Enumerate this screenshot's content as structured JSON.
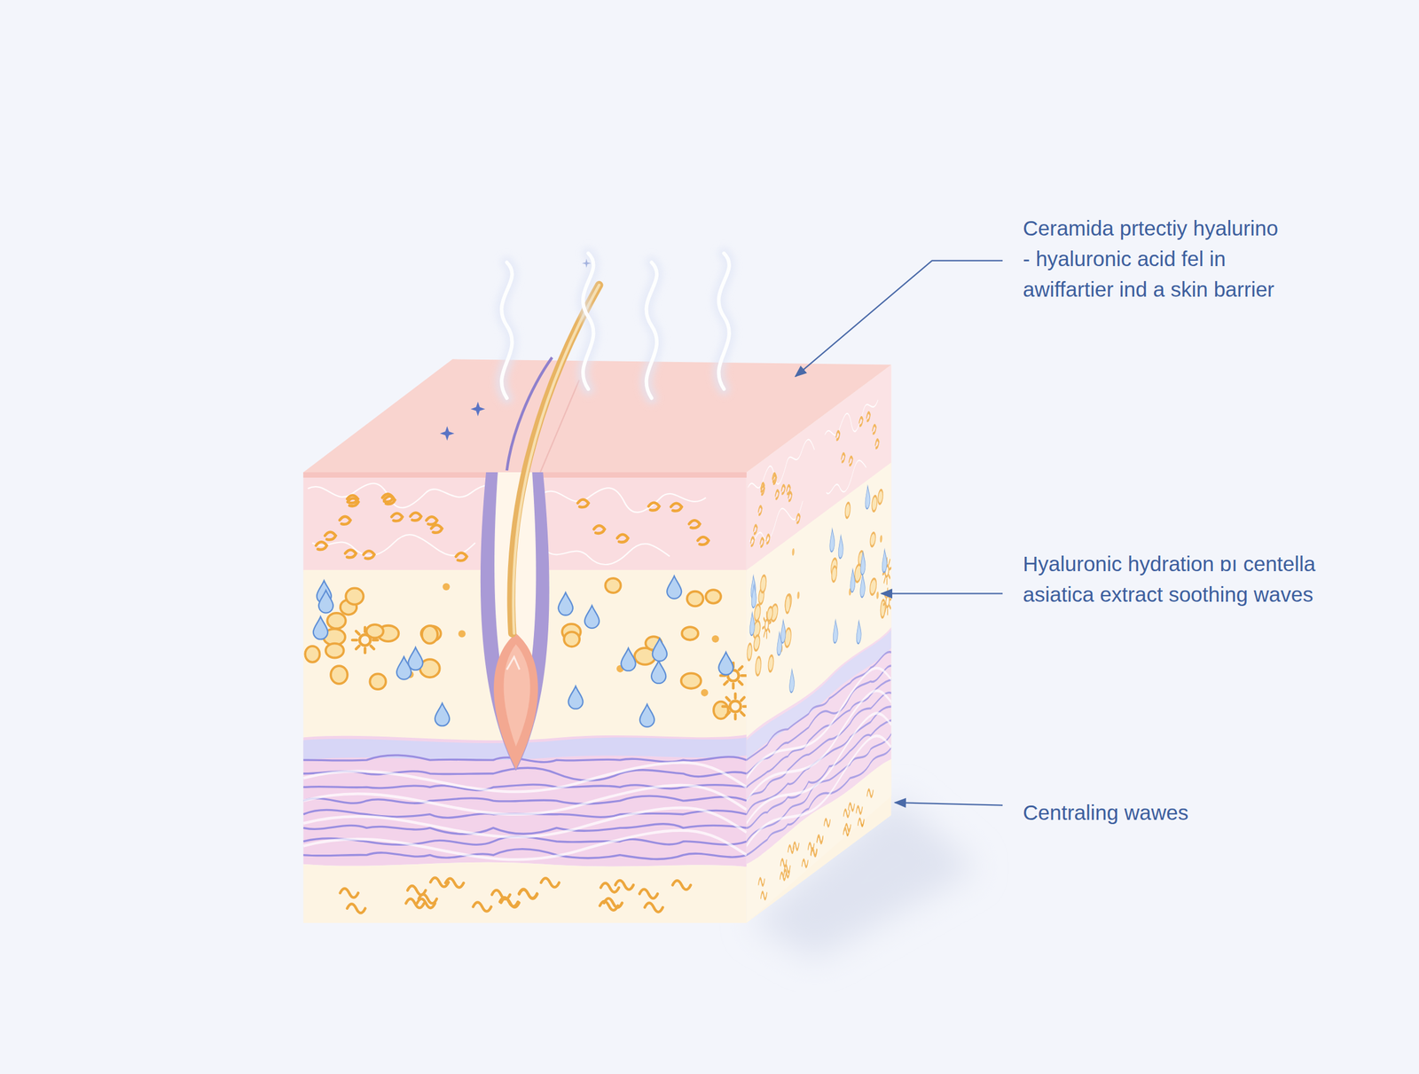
{
  "diagram": {
    "labels": [
      "Ceramida prtectiy hyalurino - hyaluronic acid fel in awiffartier ind a skin barrier",
      "Hyaluronic hydration ɒı centella asiatica extract soothing waves",
      "Centraling wawes"
    ]
  }
}
